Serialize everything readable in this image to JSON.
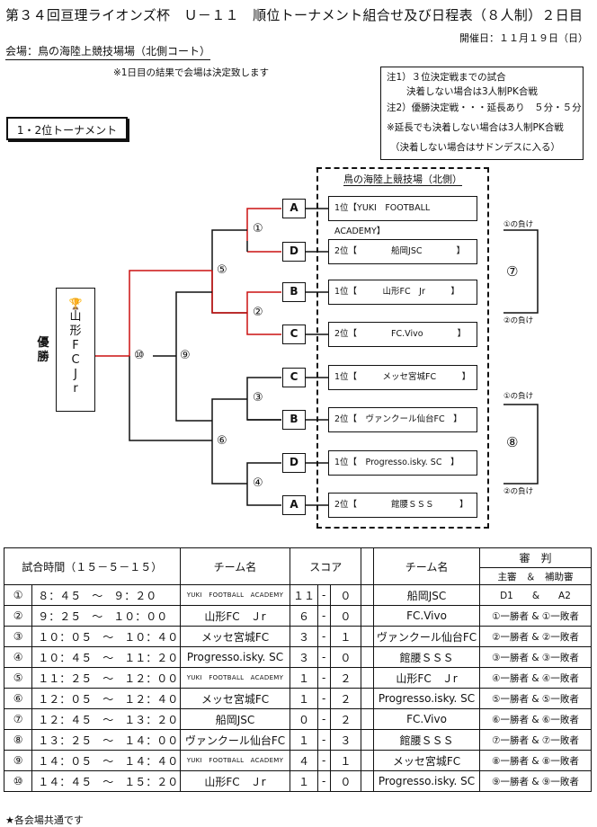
{
  "title": "第３４回亘理ライオンズ杯　Ｕ－１１　順位トーナメント組合せ及び日程表（８人制）２日目",
  "date": "開催日：１１月１９日（日）",
  "venue": "会場：鳥の海陸上競技場場（北側コート）",
  "notice": "※1日目の結果で会場は決定致します",
  "notes": {
    "n1": "注1）３位決定戦までの試合",
    "n1b": "決着しない場合は3人制PK合戦",
    "n2": "注2）優勝決定戦・・・延長あり　５分・５分",
    "n3": "※延長でも決着しない場合は3人制PK合戦",
    "n4": "（決着しない場合はサドンデスに入る）"
  },
  "tournament_label": "1・2位トーナメント",
  "champion": {
    "trophy": "🏆",
    "chars": [
      "山",
      "形",
      "F",
      "C",
      "",
      "J",
      "r"
    ]
  },
  "winner_label": [
    "優",
    "勝"
  ],
  "bracket": {
    "venue_title": "鳥の海陸上競技場（北側）",
    "team_boxes": [
      "A",
      "D",
      "B",
      "C",
      "C",
      "B",
      "D",
      "A"
    ],
    "slots": [
      "1位【YUKI　FOOTBALL　ACADEMY】",
      "2位【　　　　船岡JSC　　　　】",
      "1位【　　　山形FC　Jr　　　】",
      "2位【　　　　FC.Vivo　　　　】",
      "1位【　　　メッセ宮城FC　　　】",
      "2位【　ヴァンクール仙台FC　】",
      "1位【　Progresso.isky. SC　】",
      "2位【　　　　館腰ＳＳＳ　　　】"
    ],
    "round_labels": [
      "①",
      "②",
      "③",
      "④",
      "⑤",
      "⑥",
      "⑨",
      "⑩"
    ],
    "side_matches": [
      {
        "label": "⑦",
        "top": "①の負け",
        "bottom": "②の負け"
      },
      {
        "label": "⑧",
        "top": "①の負け",
        "bottom": "②の負け"
      }
    ]
  },
  "schedule": {
    "headers": {
      "time": "試合時間（１５－５－１５）",
      "team": "チーム名",
      "score": "スコア",
      "team2": "チーム名",
      "referee": "審　判",
      "main_ref": "主審　＆　補助審"
    },
    "rows": [
      {
        "no": "①",
        "time": "８：４５　～　９：２０",
        "home": "YUKI　FOOTBALL　ACADEMY",
        "hs": "１１",
        "as": "０",
        "away": "船岡JSC",
        "ref": "D1　　&　　A2"
      },
      {
        "no": "②",
        "time": "９：２５　～　１０：００",
        "home": "山形FC　Ｊr",
        "hs": "６",
        "as": "０",
        "away": "FC.Vivo",
        "ref": "①一勝者 & ①一敗者"
      },
      {
        "no": "③",
        "time": "１０：０５　～　１０：４０",
        "home": "メッセ宮城FC",
        "hs": "３",
        "as": "１",
        "away": "ヴァンクール仙台FC",
        "ref": "②一勝者 & ②一敗者"
      },
      {
        "no": "④",
        "time": "１０：４５　～　１１：２０",
        "home": "Progresso.isky. SC",
        "hs": "３",
        "as": "０",
        "away": "館腰ＳＳＳ",
        "ref": "③一勝者 & ③一敗者"
      },
      {
        "no": "⑤",
        "time": "１１：２５　～　１２：００",
        "home": "YUKI　FOOTBALL　ACADEMY",
        "hs": "１",
        "as": "２",
        "away": "山形FC　Ｊr",
        "ref": "④一勝者 & ④一敗者"
      },
      {
        "no": "⑥",
        "time": "１２：０５　～　１２：４０",
        "home": "メッセ宮城FC",
        "hs": "１",
        "as": "２",
        "away": "Progresso.isky. SC",
        "ref": "⑤一勝者 & ⑤一敗者"
      },
      {
        "no": "⑦",
        "time": "１２：４５　～　１３：２０",
        "home": "船岡JSC",
        "hs": "０",
        "as": "２",
        "away": "FC.Vivo",
        "ref": "⑥一勝者 & ⑥一敗者"
      },
      {
        "no": "⑧",
        "time": "１３：２５　～　１４：００",
        "home": "ヴァンクール仙台FC",
        "hs": "１",
        "as": "３",
        "away": "館腰ＳＳＳ",
        "ref": "⑦一勝者 & ⑦一敗者"
      },
      {
        "no": "⑨",
        "time": "１４：０５　～　１４：４０",
        "home": "YUKI　FOOTBALL　ACADEMY",
        "hs": "４",
        "as": "１",
        "away": "メッセ宮城FC",
        "ref": "⑧一勝者 & ⑧一敗者"
      },
      {
        "no": "⑩",
        "time": "１４：４５　～　１５：２０",
        "home": "山形FC　Ｊr",
        "hs": "１",
        "as": "０",
        "away": "Progresso.isky. SC",
        "ref": "⑨一勝者 & ⑨一敗者"
      }
    ],
    "dash": "-"
  },
  "footer": "★各会場共通です",
  "colors": {
    "winner_line": "#cc1111",
    "line": "#111111",
    "trophy": "#c8a000"
  }
}
